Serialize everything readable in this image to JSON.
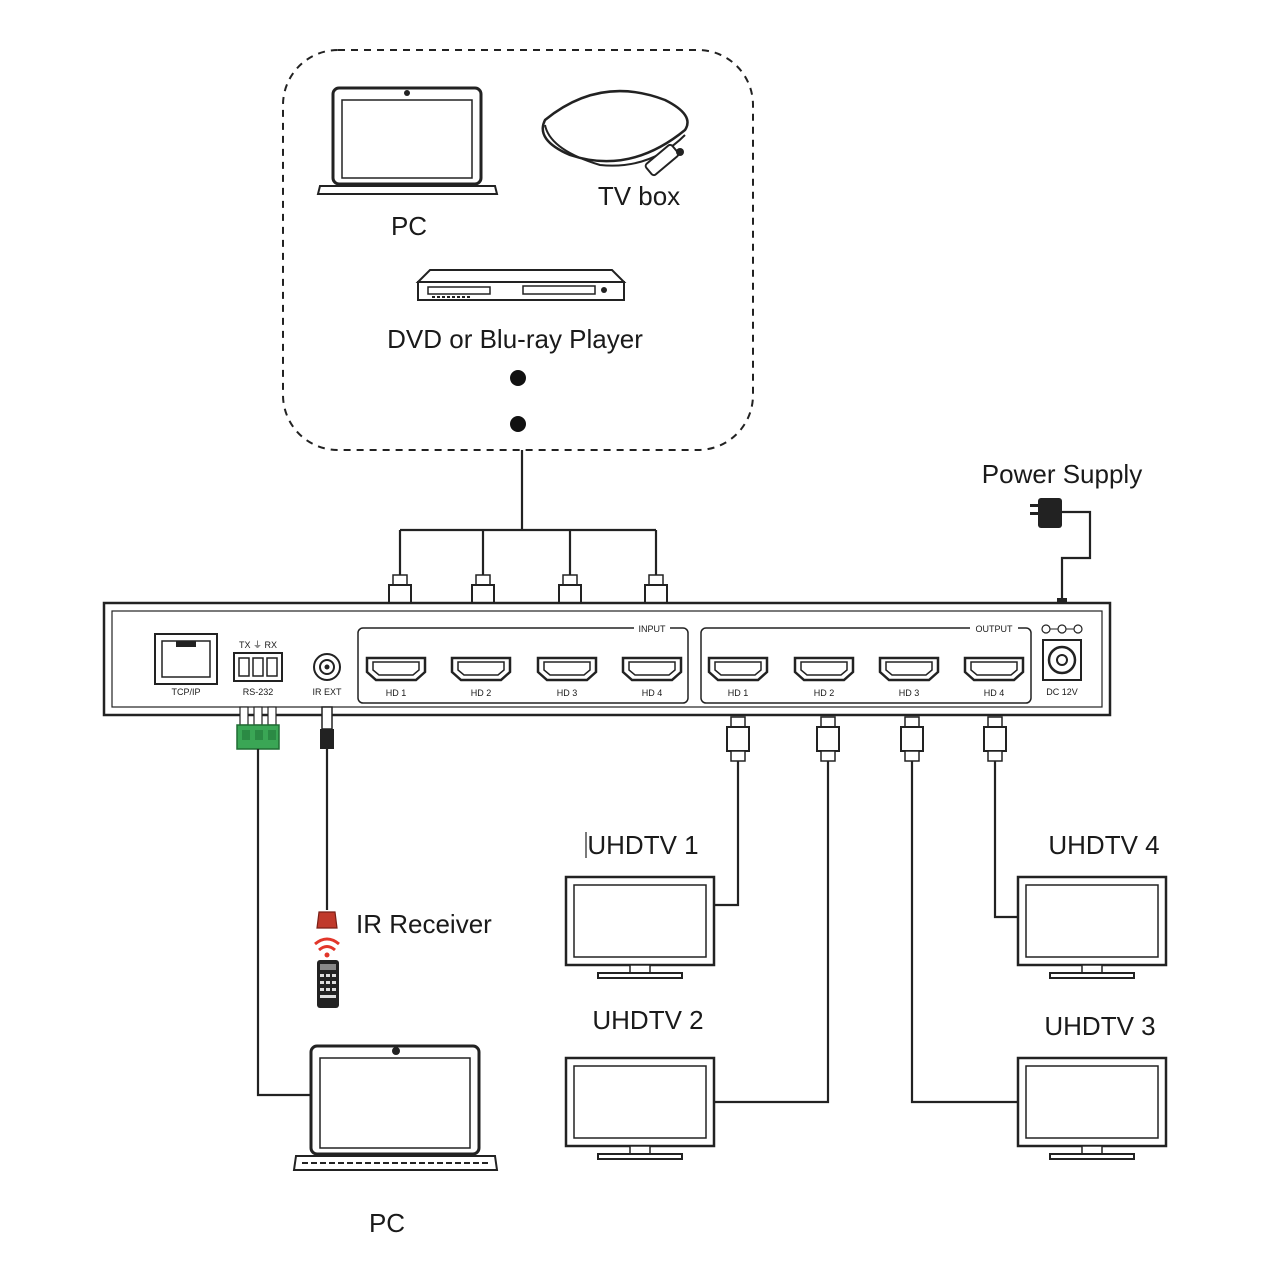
{
  "sources": {
    "pc_label": "PC",
    "tvbox_label": "TV box",
    "dvd_label": "DVD or Blu-ray Player"
  },
  "power_supply_label": "Power Supply",
  "switch": {
    "tcpip": "TCP/IP",
    "rs232_pins": "TX ⏚ RX",
    "rs232": "RS-232",
    "irext": "IR EXT",
    "input_group": "INPUT",
    "output_group": "OUTPUT",
    "inputs": [
      "HD 1",
      "HD 2",
      "HD 3",
      "HD 4"
    ],
    "outputs": [
      "HD 1",
      "HD 2",
      "HD 3",
      "HD 4"
    ],
    "dc": "DC 12V"
  },
  "tvs": [
    "UHDTV 1",
    "UHDTV 2",
    "UHDTV 3",
    "UHDTV 4"
  ],
  "ir_receiver_label": "IR Receiver",
  "control_pc_label": "PC"
}
